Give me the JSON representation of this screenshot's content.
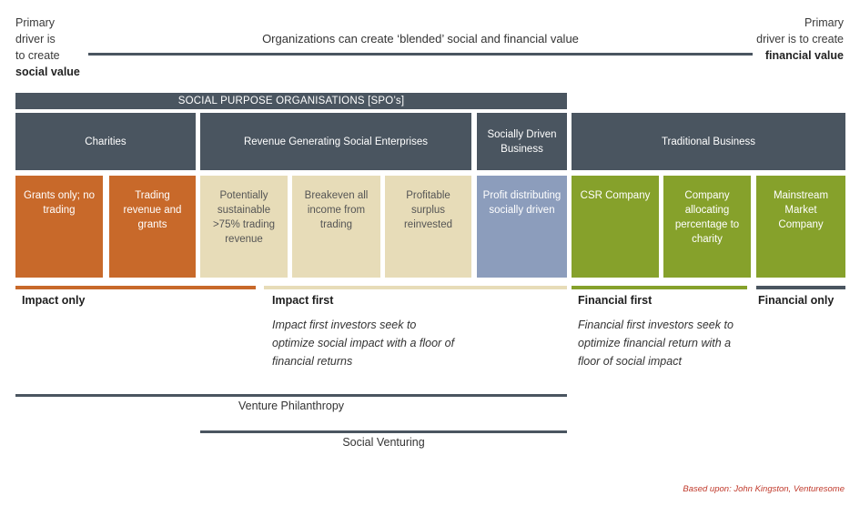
{
  "left_driver": {
    "line1": "Primary",
    "line2": "driver is",
    "line3": "to create",
    "line4": "social value"
  },
  "right_driver": {
    "line1": "Primary",
    "line2": "driver is to create",
    "line3": "financial value"
  },
  "spectrum_title": "Organizations can create ‘blended’ social and financial value",
  "spo_label": "SOCIAL PURPOSE ORGANISATIONS [SPO’s]",
  "headers": {
    "charities": "Charities",
    "rgse": "Revenue Generating Social Enterprises",
    "sdb": "Socially Driven Business",
    "traditional": "Traditional Business"
  },
  "boxes": {
    "grants_only": "Grants only; no trading",
    "trading_grants": "Trading revenue and grants",
    "potentially_sustainable": "Potentially sustainable >75% trading revenue",
    "breakeven": "Breakeven all income from trading",
    "profitable": "Profitable surplus reinvested",
    "profit_distributing": "Profit distributing socially driven",
    "csr": "CSR Company",
    "company_allocating": "Company allocating percentage to charity",
    "mainstream": "Mainstream Market Company"
  },
  "bands": {
    "impact_only": "Impact only",
    "impact_first": "Impact first",
    "financial_first": "Financial first",
    "financial_only": "Financial only"
  },
  "impact_first_desc": "Impact first investors seek to optimize social impact with a floor of  financial returns",
  "financial_first_desc": "Financial first investors seek to optimize financial return with a floor of social impact",
  "venture_philanthropy": "Venture Philanthropy",
  "social_venturing": "Social Venturing",
  "credit": "Based upon: John Kingston, Venturesome",
  "colors": {
    "dark": "#4a5560",
    "orange": "#c8692a",
    "beige": "#e7dcb8",
    "slate": "#8c9dbc",
    "green": "#86a12b",
    "credit": "#c0392b"
  }
}
